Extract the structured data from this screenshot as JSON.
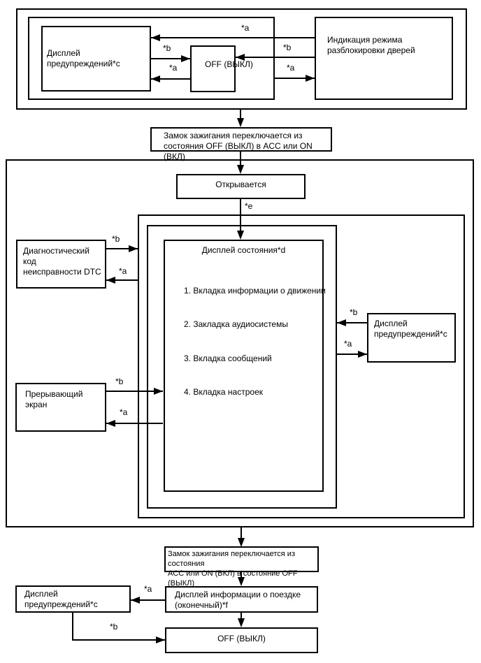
{
  "connector_labels": {
    "a": "*a",
    "b": "*b",
    "e": "*e"
  },
  "nodes": {
    "warning_display_top": {
      "label": "Дисплей предупреждений*c"
    },
    "off_top": {
      "label": "OFF (ВЫКЛ)"
    },
    "door_unlock_indication": {
      "line1": "Индикация режима",
      "line2": "разблокировки дверей"
    },
    "ignition_to_on": {
      "line1": "Замок зажигания переключается из",
      "line2": "состояния OFF (ВЫКЛ) в ACC или ON (ВКЛ)"
    },
    "opens": {
      "label": "Открывается"
    },
    "dtc": {
      "line1": "Диагностический код",
      "line2": "неисправности DTC"
    },
    "status_display": {
      "title": "Дисплей состояния*d",
      "items": [
        "1. Вкладка информации о движении",
        "2. Закладка аудиосистемы",
        "3. Вкладка сообщений",
        "4. Вкладка настроек"
      ]
    },
    "interrupt_screen": {
      "label": "Прерывающий экран"
    },
    "warning_display_right": {
      "line1": "Дисплей",
      "line2": "предупреждений*c"
    },
    "ignition_to_off": {
      "line1": "Замок зажигания переключается из состояния",
      "line2": "ACC или ON (ВКЛ) в состояние OFF (ВЫКЛ)"
    },
    "trip_display": {
      "line1": "Дисплей информации о поездке",
      "line2": "(оконечный)*f"
    },
    "warning_display_bottom": {
      "label": "Дисплей предупреждений*c"
    },
    "off_bottom": {
      "label": "OFF (ВЫКЛ)"
    }
  },
  "colors": {
    "line": "#000000",
    "background": "#ffffff"
  }
}
